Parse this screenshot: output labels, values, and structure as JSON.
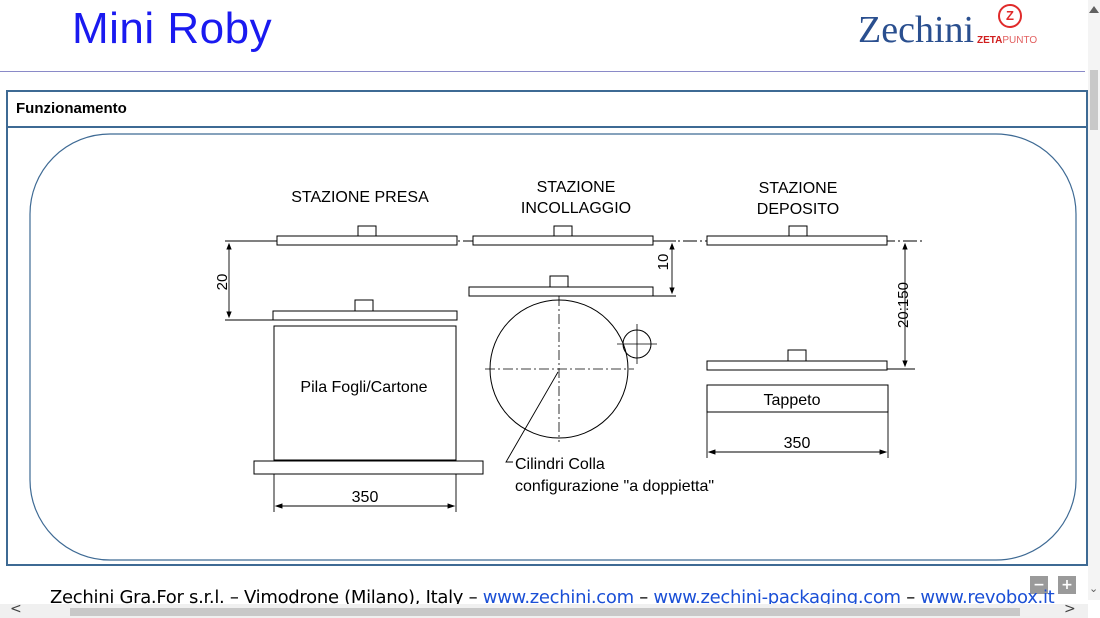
{
  "header": {
    "title": "Mini Roby",
    "brand": "Zechini",
    "logo_letter": "Z",
    "logo_text_a": "ZETA",
    "logo_text_b": "PUNTO"
  },
  "section": {
    "title": "Funzionamento"
  },
  "diagram": {
    "station_presa": "STAZIONE PRESA",
    "station_incollaggio_1": "STAZIONE",
    "station_incollaggio_2": "INCOLLAGGIO",
    "station_deposito_1": "STAZIONE",
    "station_deposito_2": "DEPOSITO",
    "dim_20": "20",
    "dim_10": "10",
    "dim_20_150": "20:150",
    "pila_label": "Pila Fogli/Cartone",
    "tappeto_label": "Tappeto",
    "dim_350_left": "350",
    "dim_350_right": "350",
    "cilindri_1": "Cilindri Colla",
    "cilindri_2": "configurazione \"a doppietta\""
  },
  "footer": {
    "company": "Zechini Gra.For s.r.l. – Vimodrone (Milano), Italy – ",
    "link1": "www.zechini.com",
    "sep1": " – ",
    "link2": "www.zechini-packaging.com",
    "sep2": " – ",
    "link3": "www.revobox.it"
  },
  "controls": {
    "zoom_out": "−",
    "zoom_in": "+",
    "scroll_left": "<",
    "scroll_right": ">",
    "scroll_down": "⌄"
  }
}
